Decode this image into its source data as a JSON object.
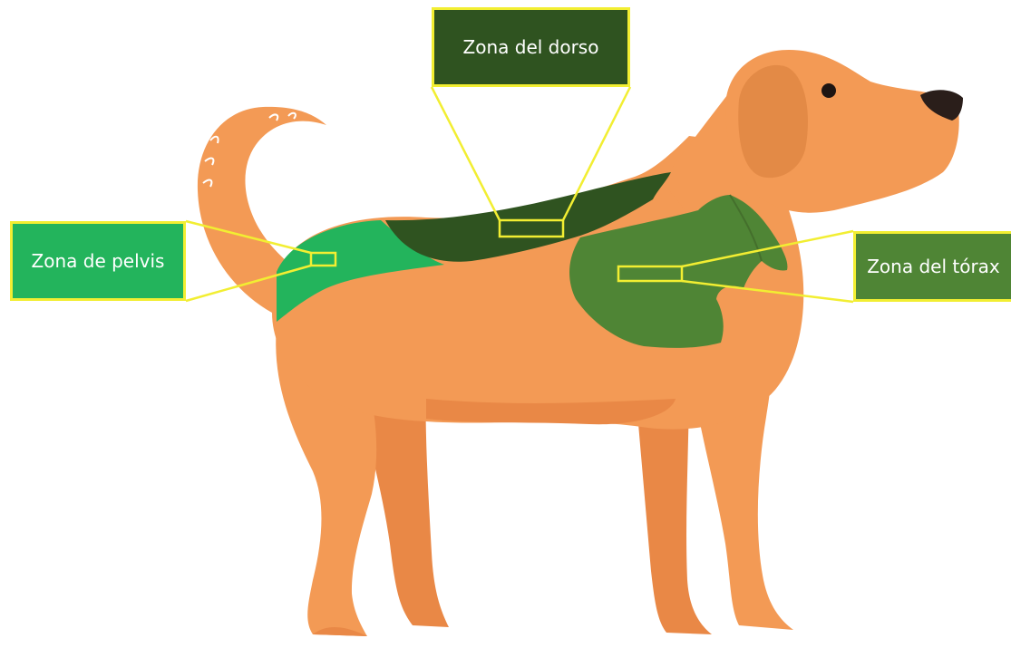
{
  "labels": {
    "dorso": "Zona del dorso",
    "pelvis": "Zona de pelvis",
    "torax": "Zona del tórax"
  },
  "colors": {
    "body": "#f39a55",
    "body_shade": "#e98846",
    "ear": "#e38a46",
    "nose": "#2a1e1a",
    "dorso_zone": "#2f5320",
    "pelvis_zone": "#23b45c",
    "torax_zone": "#4f8535",
    "callout_line": "#f2ee32"
  }
}
